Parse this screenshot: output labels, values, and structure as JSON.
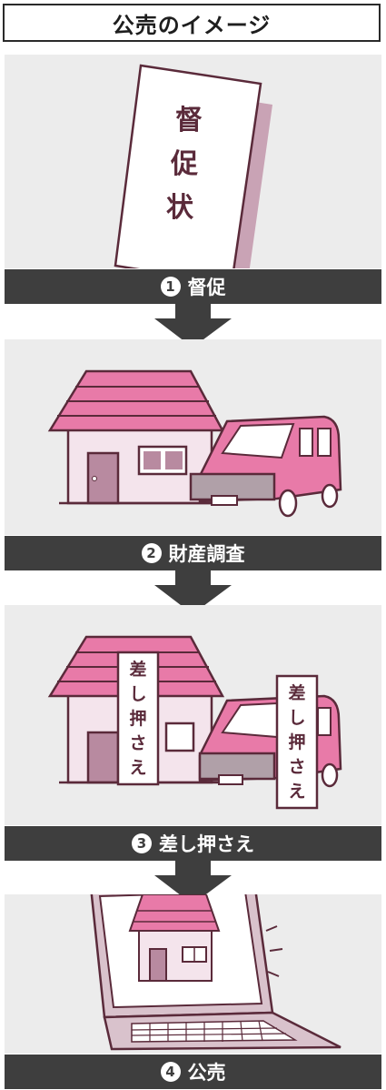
{
  "title": "公売のイメージ",
  "steps": [
    {
      "num": "1",
      "label": "督促"
    },
    {
      "num": "2",
      "label": "財産調査"
    },
    {
      "num": "3",
      "label": "差し押さえ"
    },
    {
      "num": "4",
      "label": "公売"
    }
  ],
  "document": {
    "text": [
      "督",
      "促",
      "状"
    ]
  },
  "seizure_tag": {
    "text": [
      "差",
      "し",
      "押",
      "さ",
      "え"
    ]
  },
  "colors": {
    "accent": "#e87aa8",
    "band": "#3e3e3e",
    "panel": "#ececec",
    "outline": "#5a2a3a"
  }
}
